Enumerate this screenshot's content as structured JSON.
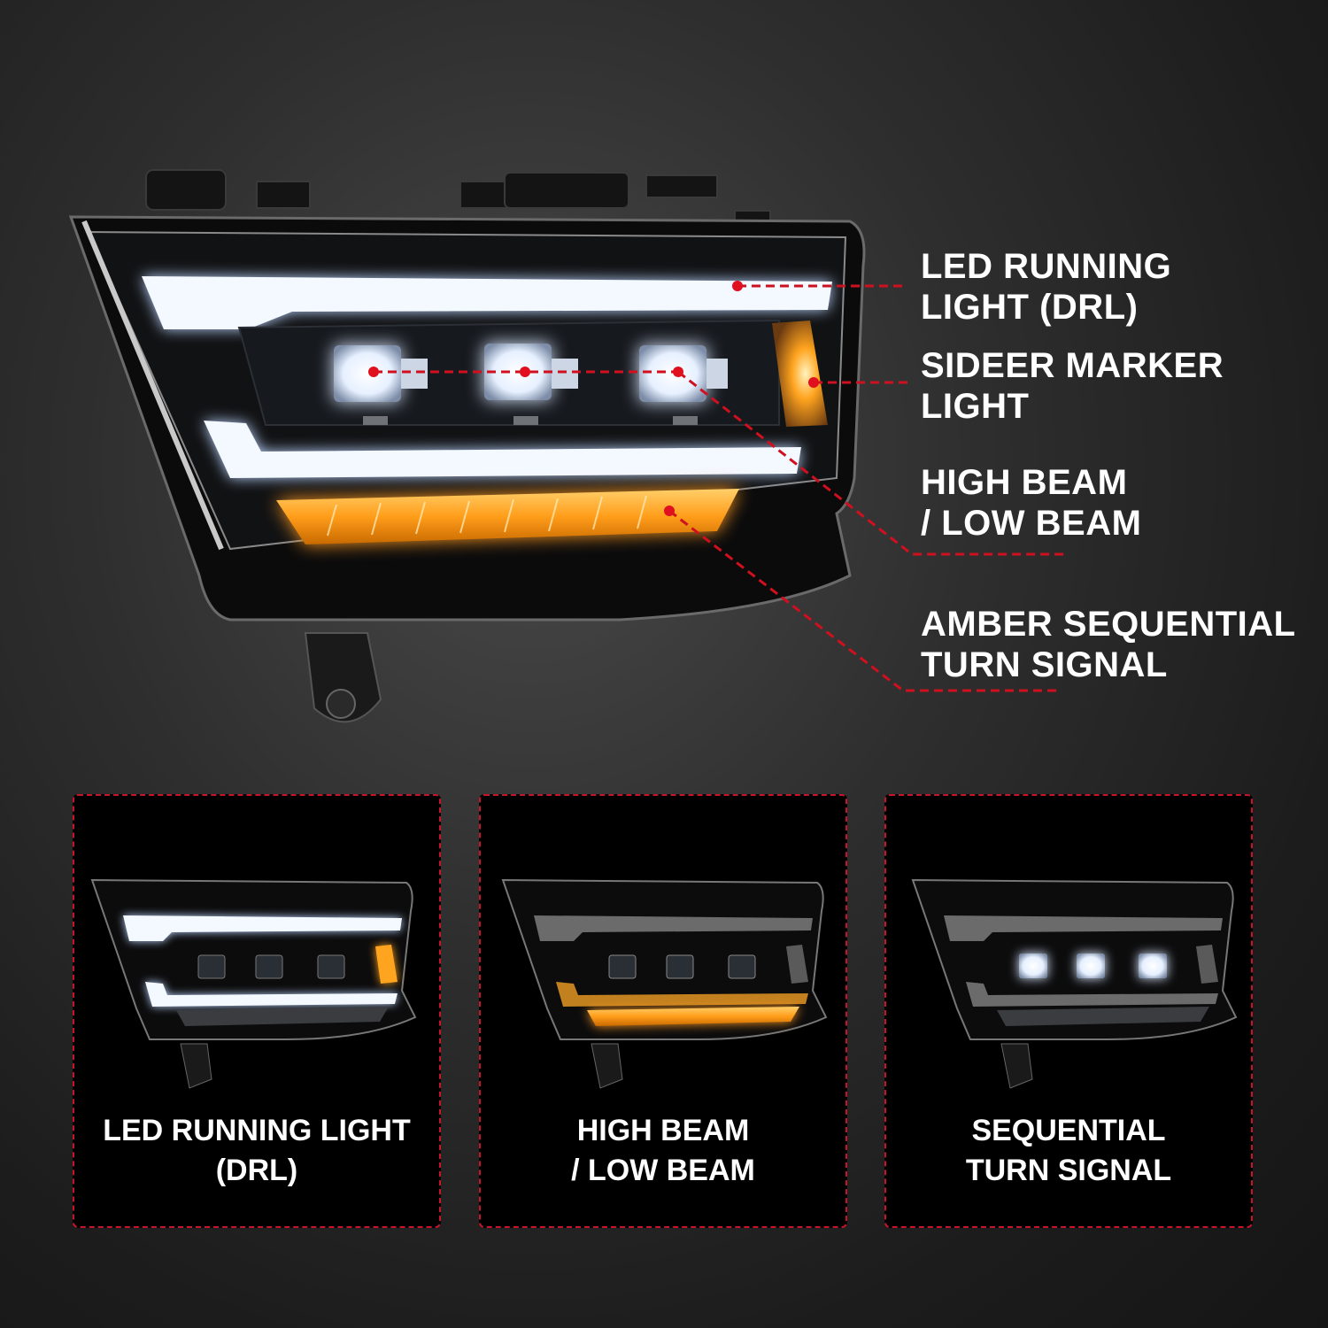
{
  "hero": {
    "product": "LED headlight assembly",
    "callouts": [
      {
        "id": "drl",
        "label": "LED RUNNING\nLIGHT (DRL)"
      },
      {
        "id": "side-marker",
        "label": "SIDEER MARKER\nLIGHT"
      },
      {
        "id": "beam",
        "label": "HIGH BEAM\n/ LOW BEAM"
      },
      {
        "id": "turn",
        "label": "AMBER SEQUENTIAL\nTURN SIGNAL"
      }
    ],
    "leader_color": "#d0101e"
  },
  "panels": [
    {
      "id": "drl",
      "label": "LED RUNNING LIGHT\n(DRL)",
      "mode": "drl"
    },
    {
      "id": "beam",
      "label": "HIGH BEAM\n/ LOW BEAM",
      "mode": "turn"
    },
    {
      "id": "turn",
      "label": "SEQUENTIAL\nTURN SIGNAL",
      "mode": "beam"
    }
  ],
  "colors": {
    "background": "#2a2a2a",
    "panel_bg": "#000000",
    "panel_border": "#c8142a",
    "amber": "#ffa726",
    "drl_white": "#f4f8ff"
  }
}
